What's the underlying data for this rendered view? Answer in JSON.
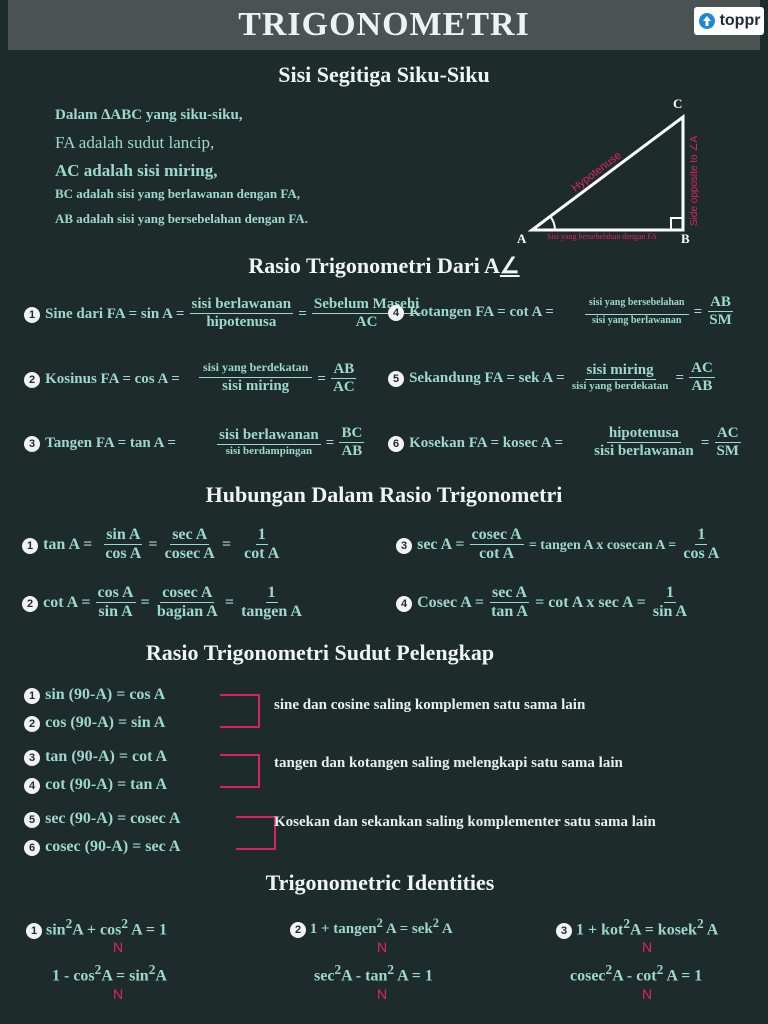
{
  "title": "TRIGONOMETRI",
  "logo": {
    "icon": "arrow-up-circle-icon",
    "text": "toppr",
    "color": "#1a8ad4"
  },
  "colors": {
    "background": "#1e2b2b",
    "text_teal": "#9bd8cf",
    "accent_pink": "#e0245e",
    "header_bar": "#4a5252"
  },
  "sec1": {
    "heading": "Sisi Segitiga Siku-Siku",
    "line1": "Dalam ∆ABC yang siku-siku,",
    "line2": "FA adalah sudut lancip,",
    "line3": "AC adalah sisi miring,",
    "line4": "BC adalah sisi yang berlawanan dengan FA,",
    "line5": "AB adalah sisi yang bersebelahan dengan FA.",
    "triangle": {
      "vertex_a": "A",
      "vertex_b": "B",
      "vertex_c": "C",
      "hyp_label": "Hypotenuse",
      "opp_label": "Side opposite to ∠A",
      "adj_label": "Sisi yang bersebelahan dengan FA"
    }
  },
  "sec2": {
    "heading": "Rasio Trigonometri Dari A",
    "heading_symbol": "∠",
    "items": [
      {
        "n": "1",
        "lhs": "Sine dari FA = sin A =",
        "num1": "sisi  berlawanan",
        "den1": "hipotenusa",
        "eq": "=",
        "num2": "Sebelum Masehi",
        "den2": "AC"
      },
      {
        "n": "2",
        "lhs": "Kosinus FA = cos A =",
        "num1": "sisi  yang  berdekatan",
        "den1": "sisi miring",
        "eq": "=",
        "num2": "AB",
        "den2": "AC"
      },
      {
        "n": "3",
        "lhs": "Tangen FA = tan A =",
        "num1": "sisi  berlawanan",
        "den1": "sisi  berdampingan",
        "eq": "=",
        "num2": "BC",
        "den2": "AB"
      },
      {
        "n": "4",
        "lhs": "Kotangen FA = cot A =",
        "num1": "sisi  yang  bersebelahan",
        "den1": "sisi  yang  berlawanan",
        "eq": "=",
        "num2": "AB",
        "den2": "SM"
      },
      {
        "n": "5",
        "lhs": "Sekandung FA = sek A =",
        "num1": "sisi miring",
        "den1": "sisi  yang  berdekatan",
        "eq": "=",
        "num2": "AC",
        "den2": "AB"
      },
      {
        "n": "6",
        "lhs": "Kosekan FA = kosec A =",
        "num1": "hipotenusa",
        "den1": "sisi  berlawanan",
        "eq": "=",
        "num2": "AC",
        "den2": "SM"
      }
    ]
  },
  "sec3": {
    "heading": "Hubungan Dalam Rasio Trigonometri",
    "r1": {
      "n": "1",
      "lhs": "tan A =",
      "f1n": "sin A",
      "f1d": "cos A",
      "eq1": "=",
      "f2n": "sec A",
      "f2d": "cosec A",
      "eq2": "=",
      "f3n": "1",
      "f3d": "cot A"
    },
    "r2": {
      "n": "2",
      "lhs": "cot A =",
      "f1n": "cos A",
      "f1d": "sin A",
      "eq1": "=",
      "f2n": "cosec A",
      "f2d": "bagian A",
      "eq2": "=",
      "f3n": "1",
      "f3d": "tangen A"
    },
    "r3": {
      "n": "3",
      "lhs": "sec A =",
      "f1n": "cosec A",
      "f1d": "cot A",
      "mid": "= tangen A x cosecan A =",
      "f2n": "1",
      "f2d": "cos A"
    },
    "r4": {
      "n": "4",
      "lhs": "Cosec A =",
      "f1n": "sec A",
      "f1d": "tan A",
      "mid": "= cot A x sec A =",
      "f2n": "1",
      "f2d": "sin A"
    }
  },
  "sec4": {
    "heading": "Rasio Trigonometri Sudut Pelengkap",
    "groups": [
      {
        "a_n": "1",
        "a": "sin (90-A) = cos A",
        "b_n": "2",
        "b": "cos (90-A) = sin A",
        "note": "sine dan cosine saling komplemen satu sama lain"
      },
      {
        "a_n": "3",
        "a": "tan (90-A) = cot A",
        "b_n": "4",
        "b": "cot (90-A) = tan A",
        "note": "tangen dan kotangen saling melengkapi satu sama lain"
      },
      {
        "a_n": "5",
        "a": "sec (90-A) = cosec A",
        "b_n": "6",
        "b": "cosec (90-A) = sec A",
        "note": "Kosekan dan sekankan saling komplementer satu sama lain"
      }
    ]
  },
  "sec5": {
    "heading": "Trigonometric Identities",
    "i1": {
      "n": "1",
      "top_a": "sin",
      "top_sup1": "2",
      "top_b": "A  +  cos",
      "top_sup2": "2",
      "top_c": " A  =  1",
      "n_mark1": "N",
      "bot_a": "1 - cos",
      "bot_sup1": "2",
      "bot_b": "A = sin",
      "bot_sup2": "2",
      "bot_c": "A",
      "n_mark2": "N"
    },
    "i2": {
      "n": "2",
      "top_a": "1 + tangen",
      "top_sup1": "2",
      "top_b": " A = sek",
      "top_sup2": "2",
      "top_c": " A",
      "n_mark1": "N",
      "bot_a": "sec",
      "bot_sup1": "2",
      "bot_b": "A  -  tan",
      "bot_sup2": "2",
      "bot_c": " A  =  1",
      "n_mark2": "N"
    },
    "i3": {
      "n": "3",
      "top_a": "1 + kot",
      "top_sup1": "2",
      "top_b": "A = kosek",
      "top_sup2": "2",
      "top_c": " A",
      "n_mark1": "N",
      "bot_a": "cosec",
      "bot_sup1": "2",
      "bot_b": "A  -  cot",
      "bot_sup2": "2",
      "bot_c": " A  =  1",
      "n_mark2": "N"
    }
  }
}
